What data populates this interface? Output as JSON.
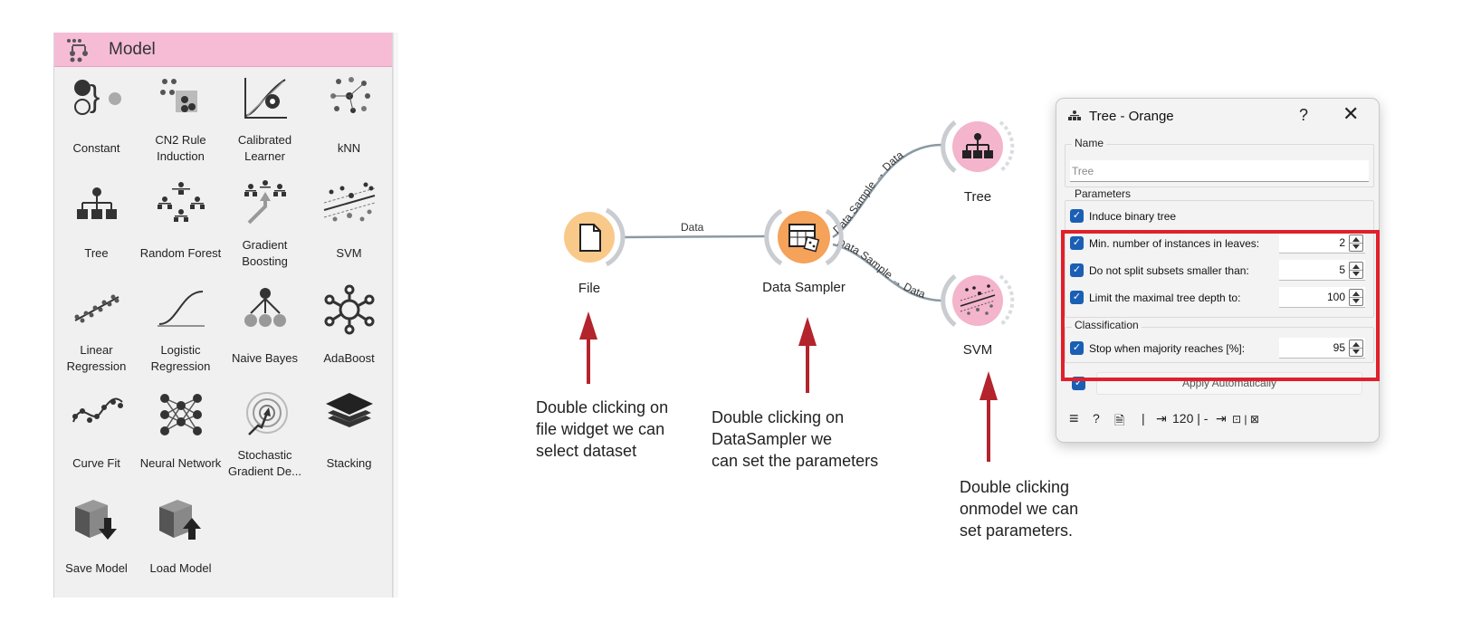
{
  "palette": {
    "title": "Model",
    "items": [
      {
        "label": "Constant",
        "icon": "constant-icon"
      },
      {
        "label": "CN2 Rule Induction",
        "icon": "cn2-rule-induction-icon"
      },
      {
        "label": "Calibrated Learner",
        "icon": "calibrated-learner-icon"
      },
      {
        "label": "kNN",
        "icon": "knn-icon"
      },
      {
        "label": "Tree",
        "icon": "tree-icon"
      },
      {
        "label": "Random Forest",
        "icon": "random-forest-icon"
      },
      {
        "label": "Gradient Boosting",
        "icon": "gradient-boosting-icon"
      },
      {
        "label": "SVM",
        "icon": "svm-icon"
      },
      {
        "label": "Linear Regression",
        "icon": "linear-regression-icon"
      },
      {
        "label": "Logistic Regression",
        "icon": "logistic-regression-icon"
      },
      {
        "label": "Naive Bayes",
        "icon": "naive-bayes-icon"
      },
      {
        "label": "AdaBoost",
        "icon": "adaboost-icon"
      },
      {
        "label": "Curve Fit",
        "icon": "curve-fit-icon"
      },
      {
        "label": "Neural Network",
        "icon": "neural-network-icon"
      },
      {
        "label": "Stochastic Gradient De...",
        "icon": "stochastic-gradient-descent-icon"
      },
      {
        "label": "Stacking",
        "icon": "stacking-icon"
      },
      {
        "label": "Save Model",
        "icon": "save-model-icon"
      },
      {
        "label": "Load Model",
        "icon": "load-model-icon"
      }
    ]
  },
  "workflow": {
    "widgets": {
      "file": "File",
      "sampler": "Data Sampler",
      "tree": "Tree",
      "svm": "SVM"
    },
    "links": {
      "file_sampler": "Data",
      "sampler_tree": "Data Sample → Data",
      "sampler_svm": "Data Sample → Data"
    },
    "notes": {
      "file": [
        "Double clicking on",
        "file widget we can",
        "select dataset"
      ],
      "sampler": [
        "Double clicking on",
        "DataSampler we",
        "can set the parameters"
      ],
      "svm": [
        "Double clicking",
        "onmodel we can",
        "set parameters."
      ]
    },
    "colors": {
      "file": "#f9c98a",
      "sampler": "#f5a25a",
      "model": "#f3b4cc",
      "link": "#8a9aa4",
      "arrow": "#b3242c"
    }
  },
  "dialog": {
    "title": "Tree - Orange",
    "help_label": "?",
    "close_label": "✕",
    "name_group": "Name",
    "name_placeholder": "Tree",
    "parameters_group": "Parameters",
    "induce_binary": "Induce binary tree",
    "min_instances_label": "Min. number of instances in leaves:",
    "min_instances_value": "2",
    "min_split_label": "Do not split subsets smaller than:",
    "min_split_value": "5",
    "max_depth_label": "Limit the maximal tree depth to:",
    "max_depth_value": "100",
    "classification_group": "Classification",
    "majority_label": "Stop when majority reaches [%]:",
    "majority_value": "95",
    "apply_label": "Apply Automatically",
    "status": {
      "menu": "≡",
      "help": "?",
      "report": "🗎",
      "separator": "|",
      "input_count": "120 | -",
      "output": "⊡ | ⊠"
    }
  }
}
